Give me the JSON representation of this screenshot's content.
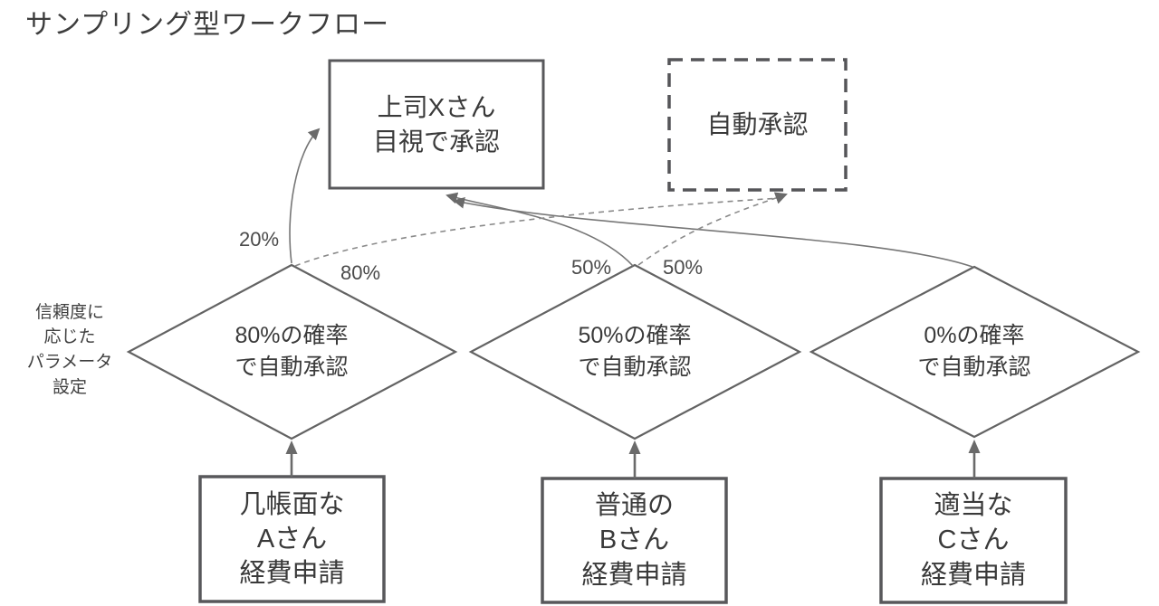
{
  "title": "サンプリング型ワークフロー",
  "colors": {
    "background": "#ffffff",
    "box_border": "#58585b",
    "diamond_border": "#636363",
    "solid_arrow": "#6f6f6f",
    "dashed_arrow": "#8a8a8a",
    "text": "#3a3a3a"
  },
  "nodes": {
    "manual_approval": {
      "label": "上司Xさん\n目視で承認"
    },
    "auto_approval": {
      "label": "自動承認"
    },
    "side_note": {
      "label": "信頼度に\n応じた\nパラメータ\n設定"
    },
    "decisions": [
      {
        "label": "80%の確率\nで自動承認",
        "manual_pct": "20%",
        "auto_pct": "80%"
      },
      {
        "label": "50%の確率\nで自動承認",
        "manual_pct": "50%",
        "auto_pct": "50%"
      },
      {
        "label": "0%の確率\nで自動承認",
        "manual_pct": "",
        "auto_pct": ""
      }
    ],
    "requests": [
      {
        "label": "几帳面な\nAさん\n経費申請"
      },
      {
        "label": "普通の\nBさん\n経費申請"
      },
      {
        "label": "適当な\nCさん\n経費申請"
      }
    ]
  }
}
